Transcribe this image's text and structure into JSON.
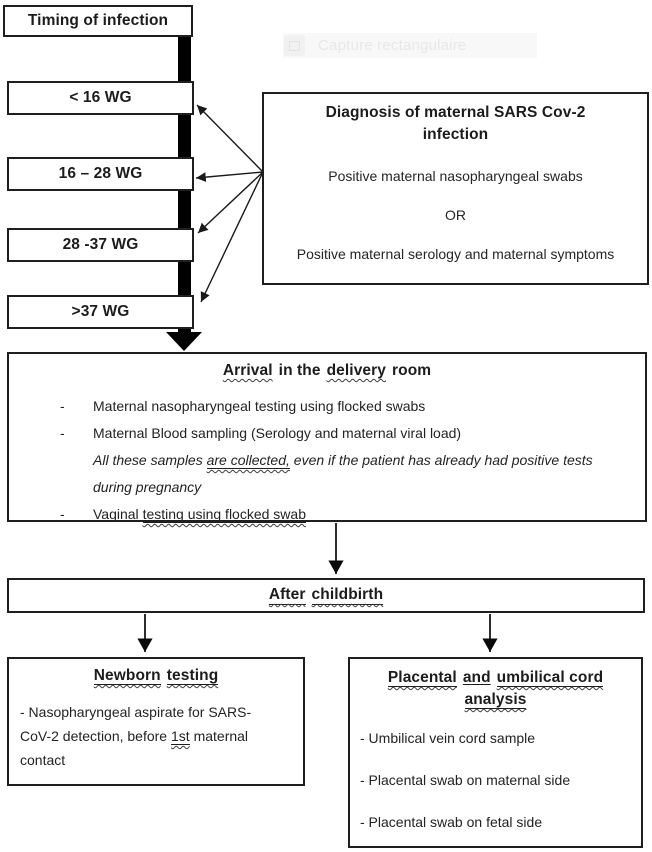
{
  "overlay": {
    "label": "Capture rectangulaire"
  },
  "timeline": {
    "title": "Timing of infection",
    "stages": [
      {
        "label": "< 16 WG"
      },
      {
        "label": "16 – 28 WG"
      },
      {
        "label": "28 -37 WG"
      },
      {
        "label": ">37 WG"
      }
    ]
  },
  "diagnosis": {
    "title_line1": "Diagnosis of maternal SARS Cov-2",
    "title_line2": "infection",
    "item1": "Positive maternal nasopharyngeal swabs",
    "or": "OR",
    "item2": "Positive maternal serology and maternal symptoms"
  },
  "delivery_room": {
    "title": {
      "w1": "Arrival",
      "w2": "in the",
      "w3": "delivery",
      "w4": "room"
    },
    "dash": "-",
    "bullet1": "Maternal nasopharyngeal testing using flocked swabs",
    "bullet2": "Maternal Blood sampling (Serology and maternal viral load)",
    "note_line1": {
      "a": "All these samples ",
      "b": "are collected,",
      "c": " even if the patient has already had positive tests"
    },
    "note_line2": "during pregnancy",
    "bullet3": {
      "a": "Vaginal ",
      "b": "testing using flocked swab"
    }
  },
  "after_childbirth": {
    "title": {
      "w1": "After",
      "w2": "childbirth"
    }
  },
  "newborn": {
    "title": {
      "w1": "Newborn",
      "w2": "testing"
    },
    "line1": "- Nasopharyngeal aspirate for SARS-",
    "line2": {
      "a": "CoV-2 detection, before ",
      "b": "1st",
      "c": " maternal"
    },
    "line3": "contact"
  },
  "placental": {
    "title": {
      "w1": "Placental",
      "w2": "and",
      "w3": "umbilical cord",
      "w4": "analysis"
    },
    "items": [
      "- Umbilical vein cord sample",
      "- Placental swab on maternal side",
      "- Placental swab on fetal side"
    ]
  }
}
